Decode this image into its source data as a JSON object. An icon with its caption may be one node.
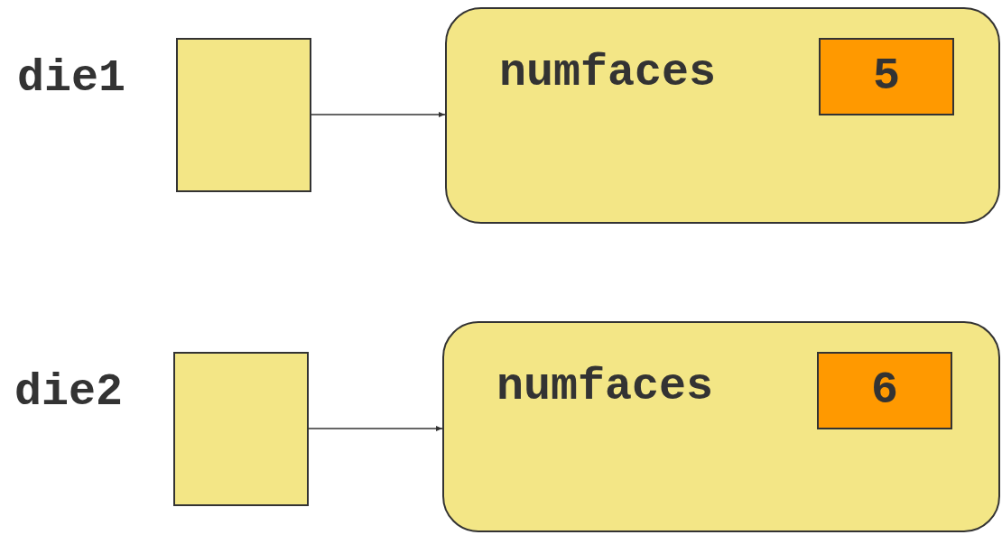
{
  "diagram": {
    "nodes": [
      {
        "text": [
          "die1"
        ]
      },
      {
        "text": [
          "numfaces"
        ]
      },
      {
        "text": [
          "5"
        ],
        "in": 1
      },
      {
        "text": [
          "die2"
        ]
      },
      {
        "text": [
          "numfaces"
        ]
      },
      {
        "text": [
          "6"
        ],
        "in": 4
      }
    ],
    "edges": [
      {
        "from": 0,
        "to": 1,
        "arrow": "to"
      },
      {
        "from": 3,
        "to": 4,
        "arrow": "to"
      }
    ]
  }
}
